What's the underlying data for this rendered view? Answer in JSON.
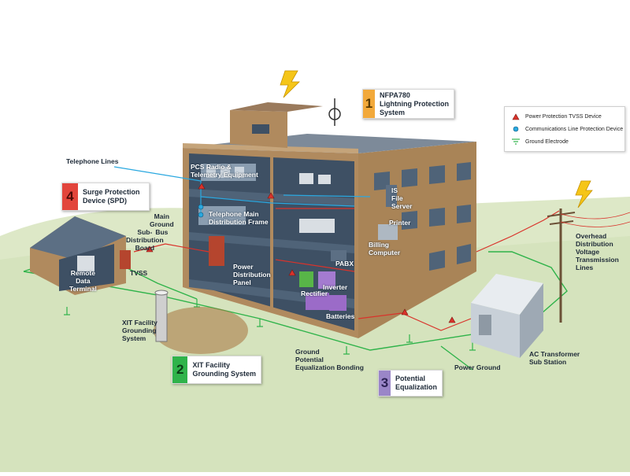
{
  "callouts": [
    {
      "num": "1",
      "line1": "NFPA780",
      "line2": "Lightning Protection",
      "line3": "System",
      "color": "#f2a93b"
    },
    {
      "num": "2",
      "line1": "XIT Facility",
      "line2": "Grounding System",
      "line3": "",
      "color": "#2fb34a"
    },
    {
      "num": "3",
      "line1": "Potential",
      "line2": "Equalization",
      "line3": "",
      "color": "#9a86c8"
    },
    {
      "num": "4",
      "line1": "Surge Protection",
      "line2": "Device (SPD)",
      "line3": "",
      "color": "#e2453c"
    }
  ],
  "legend": {
    "items": [
      {
        "icon": "triangle-icon",
        "label": "Power Protection TVSS Device",
        "color": "#d9332b"
      },
      {
        "icon": "dot-icon",
        "label": "Communications Line Protection Device",
        "color": "#2aa8e0"
      },
      {
        "icon": "ground-icon",
        "label": "Ground Electrode",
        "color": "#2fb34a"
      }
    ]
  },
  "labels": {
    "telephone_lines": "Telephone Lines",
    "main_ground_bus": "Main\nGround\nBus",
    "sub_distribution_board": "Sub-\nDistribution\nBoard",
    "tvss": "TVSS",
    "remote_data_terminal": "Remote\nData\nTerminal",
    "pcs_radio": "PCS Radio &\nTelemetry Equipment",
    "telephone_main_frame": "Telephone Main\nDistribution Frame",
    "power_distribution_panel": "Power\nDistribution\nPanel",
    "is_file_server": "IS\nFile\nServer",
    "printer": "Printer",
    "billing_computer": "Billing\nComputer",
    "pabx": "PABX",
    "inverter": "Inverter",
    "rectifier": "Rectifier",
    "batteries": "Batteries",
    "xit_facility_grounding_system": "XIT Facility\nGrounding\nSystem",
    "ground_potential_bonding": "Ground\nPotential\nEqualization Bonding",
    "power_ground": "Power Ground",
    "ac_transformer": "AC Transformer\nSub Station",
    "overhead_lines": "Overhead\nDistribution\nVoltage\nTransmission\nLines"
  },
  "colors": {
    "wall": "#b08a5e",
    "wall_dark": "#8c6a45",
    "roof": "#9a7a5c",
    "floor": "#4f6378",
    "interior": "#3e5064",
    "ground": "#d9e6c0",
    "ground_wire": "#2fb34a",
    "power_wire": "#d9332b",
    "comm_wire": "#2aa8e0",
    "lightning": "#f5c518"
  }
}
